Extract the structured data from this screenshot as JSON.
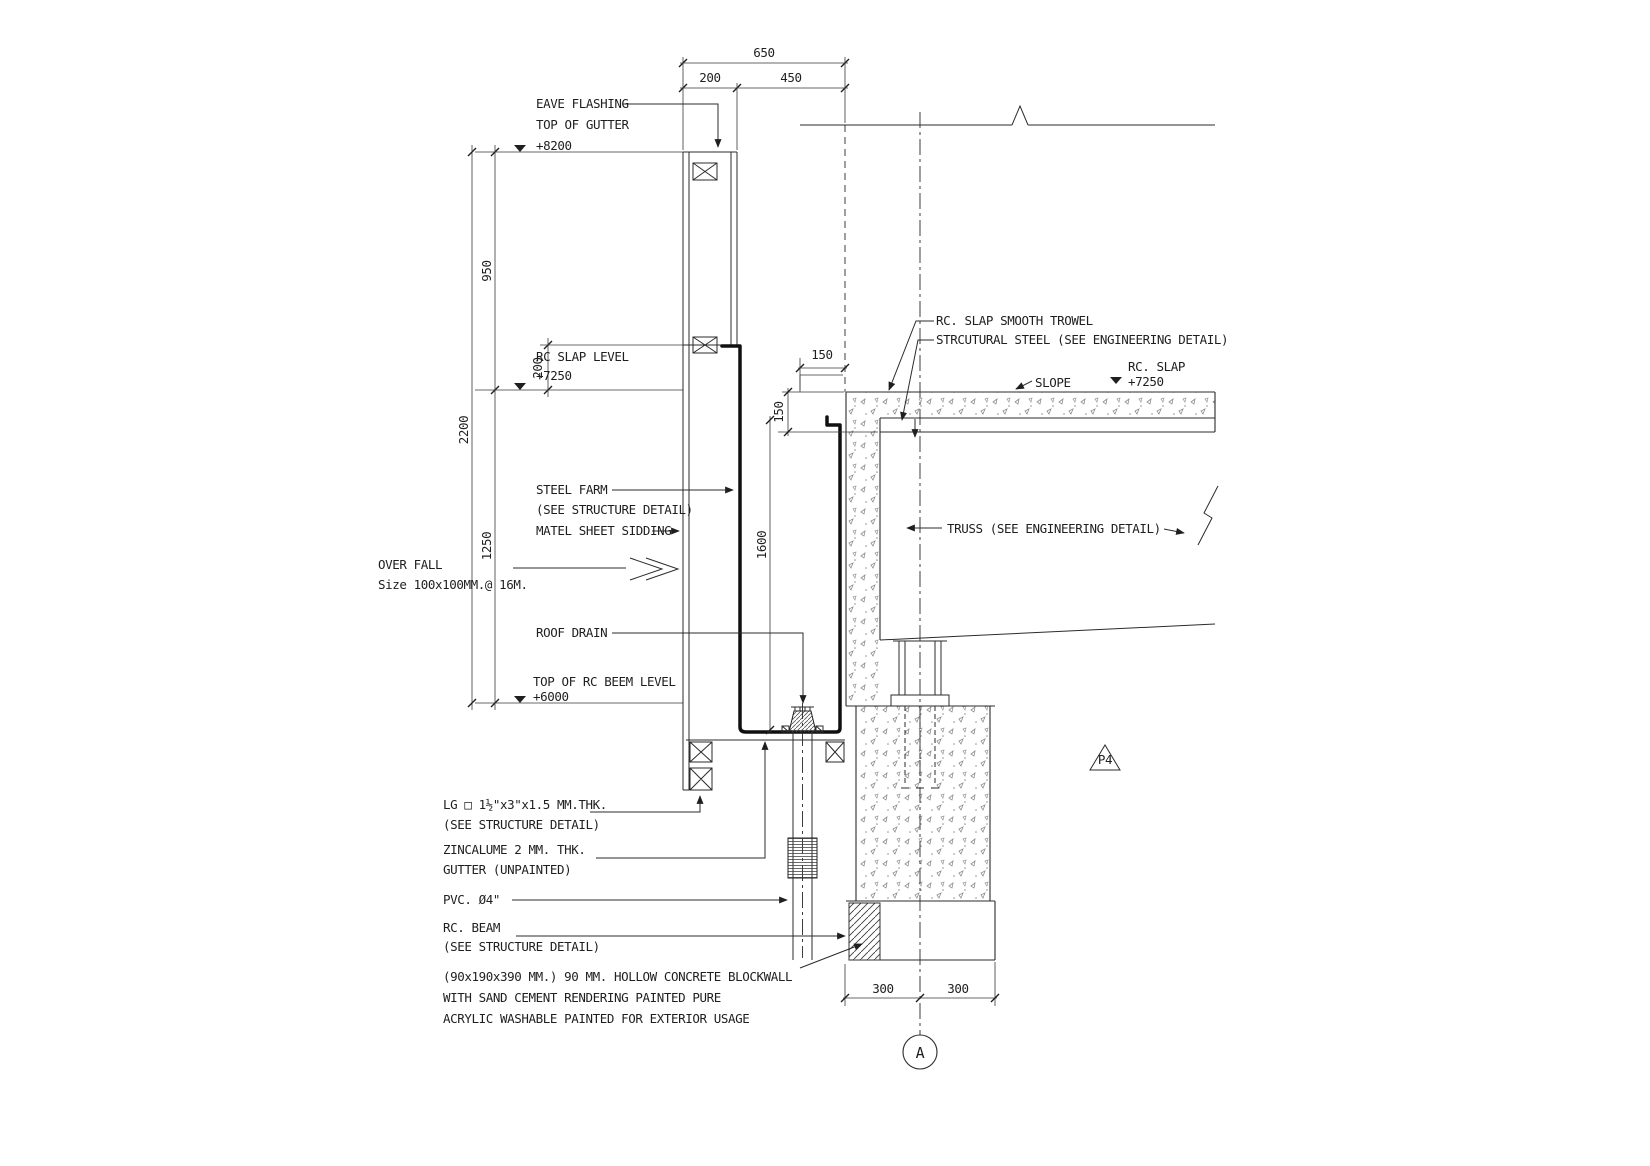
{
  "dims": {
    "top_total": "650",
    "top_left": "200",
    "top_right": "450",
    "left_overall": "2200",
    "left_upper": "950",
    "left_gutter_top": "200",
    "left_lower": "1250",
    "gutter_offset_h": "150",
    "slab_edge_v": "150",
    "gutter_depth": "1600",
    "col_left": "300",
    "col_right": "300"
  },
  "labels": {
    "eave_flashing": "EAVE FLASHING",
    "top_of_gutter": "TOP OF GUTTER",
    "top_of_gutter_level": "+8200",
    "rc_slap_level": "RC SLAP LEVEL",
    "rc_slap_level_value": "+7250",
    "steel_farm": "STEEL FARM",
    "steel_farm_note": "(SEE STRUCTURE DETAIL)",
    "matel_sheet_sidding": "MATEL SHEET SIDDING",
    "over_fall": "OVER FALL",
    "over_fall_size": "Size 100x100MM.@ 16M.",
    "roof_drain": "ROOF DRAIN",
    "top_of_rc_beem": "TOP OF RC BEEM LEVEL",
    "top_of_rc_beem_value": "+6000",
    "lg_spec": "LG □ 1½\"x3\"x1.5 MM.THK.",
    "lg_note": "(SEE STRUCTURE DETAIL)",
    "zincalume_spec": "ZINCALUME 2 MM. THK.",
    "zincalume_note": "GUTTER (UNPAINTED)",
    "pvc": "PVC. Ø4\"",
    "rc_beam": "RC. BEAM",
    "rc_beam_note": "(SEE STRUCTURE DETAIL)",
    "blockwall_1": "(90x190x390 MM.) 90 MM. HOLLOW CONCRETE BLOCKWALL",
    "blockwall_2": "WITH SAND CEMENT RENDERING PAINTED PURE",
    "blockwall_3": "ACRYLIC WASHABLE PAINTED FOR EXTERIOR USAGE",
    "rc_slap_smooth_trowel": "RC. SLAP SMOOTH TROWEL",
    "structural_steel": "STRCUTURAL STEEL (SEE ENGINEERING DETAIL)",
    "slope": "SLOPE",
    "rc_slap": "RC. SLAP",
    "rc_slap_value": "+7250",
    "truss": "TRUSS (SEE ENGINEERING DETAIL)",
    "p4": "P4",
    "section_mark": "A"
  },
  "colors": {
    "line": "#2b2b2b",
    "stipple": "#8f8f8f",
    "background": "#ffffff"
  }
}
